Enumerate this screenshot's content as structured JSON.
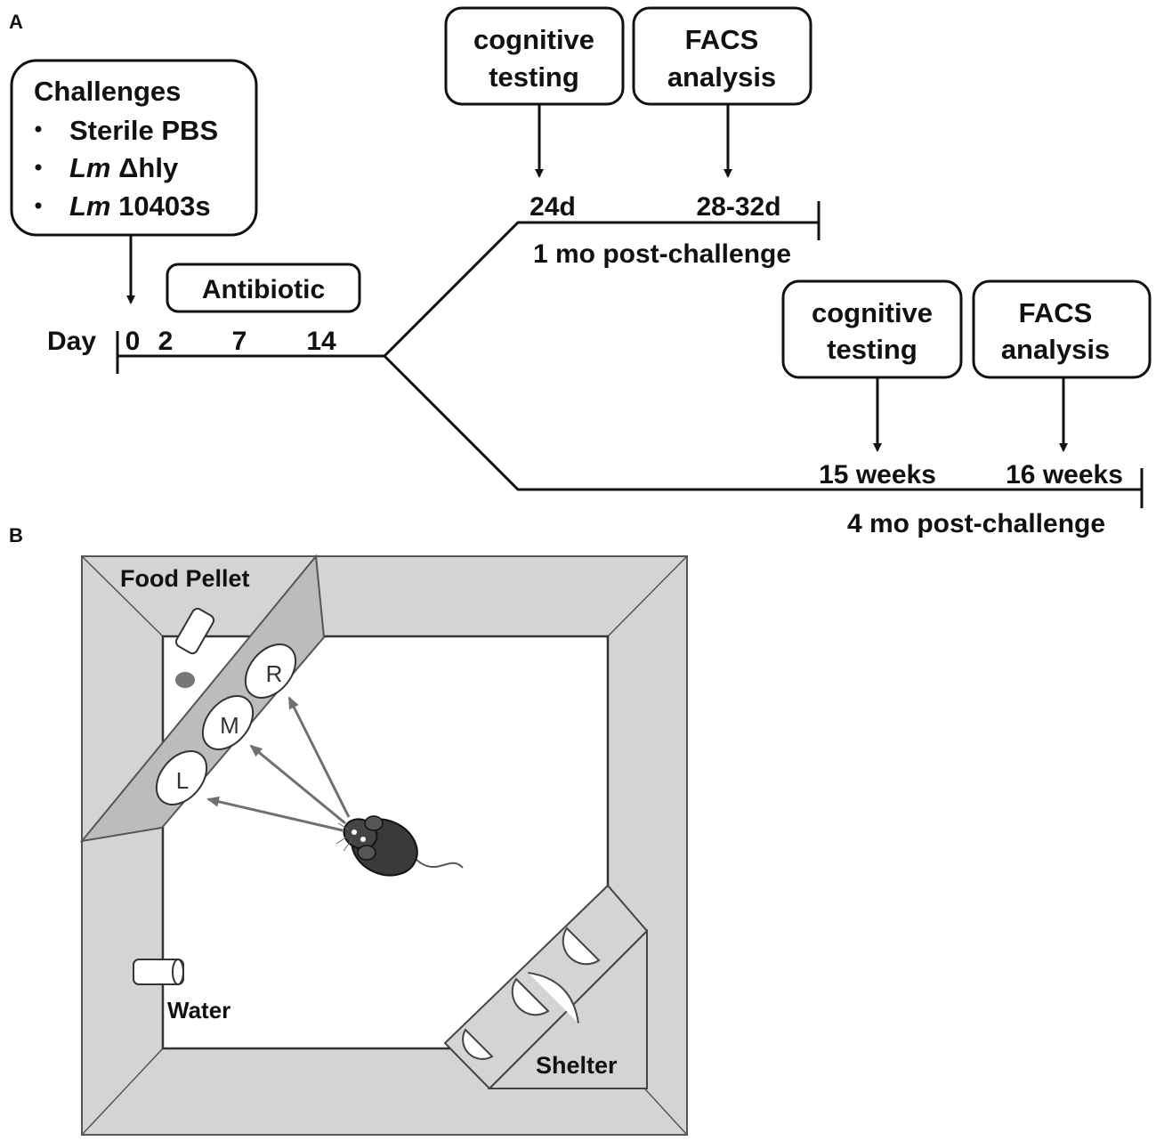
{
  "panel_a": {
    "label": "A",
    "challenges": {
      "title": "Challenges",
      "items": [
        {
          "italic": "",
          "text": "Sterile PBS"
        },
        {
          "italic": "Lm",
          "text": " Δhly"
        },
        {
          "italic": "Lm",
          "text": " 10403s"
        }
      ]
    },
    "antibiotic": "Antibiotic",
    "day_label": "Day",
    "day_ticks": [
      "0",
      "2",
      "7",
      "14"
    ],
    "branch_1mo": {
      "box1": [
        "cognitive",
        "testing"
      ],
      "box2": [
        "FACS",
        "analysis"
      ],
      "t1": "24d",
      "t2": "28-32d",
      "caption": "1 mo post-challenge"
    },
    "branch_4mo": {
      "box1": [
        "cognitive",
        "testing"
      ],
      "box2": [
        "FACS",
        "analysis"
      ],
      "t1": "15 weeks",
      "t2": "16 weeks",
      "caption": "4 mo post-challenge"
    }
  },
  "panel_b": {
    "label": "B",
    "food": "Food Pellet",
    "holes": [
      "R",
      "M",
      "L"
    ],
    "water": "Water",
    "shelter": "Shelter"
  },
  "colors": {
    "frame_gray": "#d4d4d4",
    "wedge_gray": "#bcbcbc",
    "ink": "#111111",
    "arrow_gray": "#707070"
  }
}
